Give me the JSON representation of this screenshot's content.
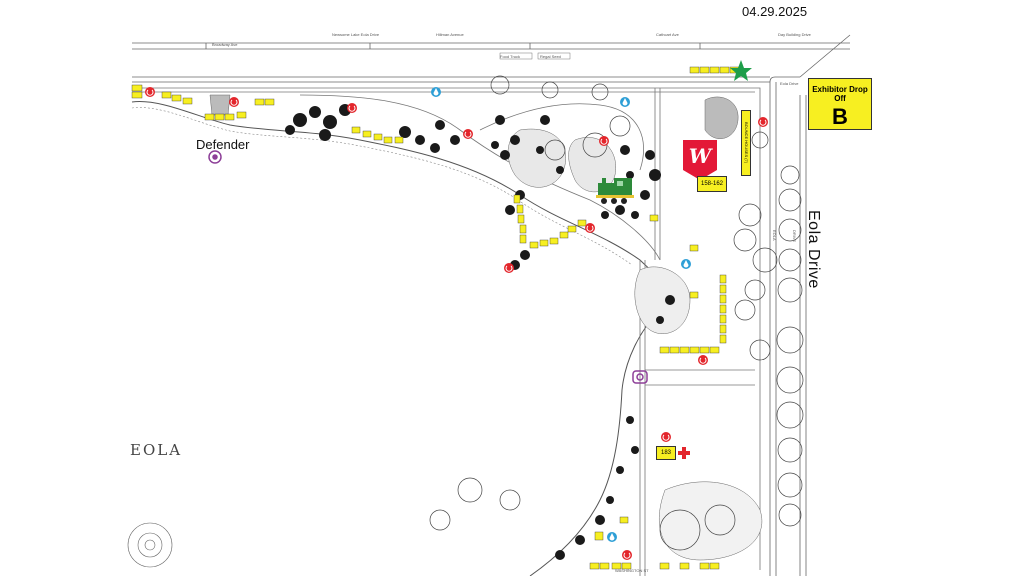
{
  "header": {
    "date": "04.29.2025"
  },
  "labels": {
    "eola_drive": "Eola Drive",
    "eola_lake": "EOLA",
    "defender": "Defender",
    "walgreens_booths": "158-162",
    "booth_183": "183",
    "bounce_houses": "BOUNCE HOUSES (7)"
  },
  "drop_off": {
    "title": "Exhibitor Drop Off",
    "letter": "B"
  },
  "streets": {
    "top_road": "Day Building Drive",
    "eola_small": "Eola Drive",
    "eola_vertical_1": "EOLA",
    "eola_vertical_2": "DRIVE",
    "washington": "WASHINGTON ST",
    "s1": "Broadway Ave",
    "s2": "Newsome Lake Eola Drive",
    "s3": "Hillman Avenue",
    "s4": "Cathcart Ave",
    "s5": "Food Truck",
    "s6": "Regal Seed"
  },
  "colors": {
    "booth": "#f7ef21",
    "power": "#e3262c",
    "water": "#2e9fd6",
    "camera": "#8d3f98",
    "star": "#1e9e4a",
    "walgreens": "#e31837",
    "tree": "#1a1a1a"
  },
  "icons": [
    "power-icon",
    "water-icon",
    "camera-icon",
    "star-icon",
    "train-icon",
    "walgreens-logo",
    "first-aid-icon"
  ]
}
